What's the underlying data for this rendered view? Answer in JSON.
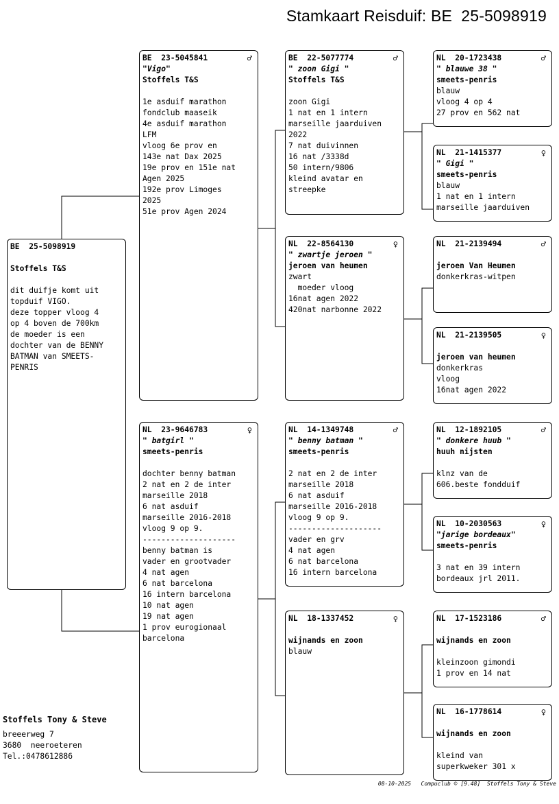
{
  "title": "Stamkaart Reisduif: BE  25-5098919",
  "cards": {
    "subject": {
      "ring": "BE  25-5098919",
      "sex": "",
      "name": "",
      "owner": "Stoffels T&S",
      "lines": [
        "",
        "dit duifje komt uit",
        "topduif VIGO.",
        "deze topper vloog 4",
        "op 4 boven de 700km",
        "de moeder is een",
        "dochter van de BENNY",
        "BATMAN van SMEETS-",
        "PENRIS"
      ]
    },
    "father": {
      "ring": "BE  23-5045841",
      "sex": "♂",
      "name": "\"Vigo\"",
      "owner": "Stoffels T&S",
      "lines": [
        "",
        "1e asduif marathon",
        "fondclub maaseik",
        "4e asduif marathon",
        "LFM",
        "vloog 6e prov en",
        "143e nat Dax 2025",
        "19e prov en 151e nat",
        "Agen 2025",
        "192e prov Limoges",
        "2025",
        "51e prov Agen 2024"
      ]
    },
    "mother": {
      "ring": "NL  23-9646783",
      "sex": "♀",
      "name": "\" batgirl \"",
      "owner": "smeets-penris",
      "lines": [
        "",
        "dochter benny batman",
        "2 nat en 2 de inter",
        "marseille 2018",
        "6 nat asduif",
        "marseille 2016-2018",
        "vloog 9 op 9.",
        "--------------------",
        "benny batman is",
        "vader en grootvader",
        "4 nat agen",
        "6 nat barcelona",
        "16 intern barcelona",
        "10 nat agen",
        "19 nat agen",
        "1 prov eurogionaal",
        "barcelona"
      ]
    },
    "ff": {
      "ring": "BE  22-5077774",
      "sex": "♂",
      "name": "\" zoon Gigi \"",
      "owner": "Stoffels T&S",
      "lines": [
        "",
        "zoon Gigi",
        "1 nat en 1 intern",
        "marseille jaarduiven",
        "2022",
        "7 nat duivinnen",
        "16 nat /3338d",
        "50 intern/9806",
        "kleind avatar en",
        "streepke"
      ]
    },
    "fm": {
      "ring": "NL  22-8564130",
      "sex": "♀",
      "name": "\" zwartje jeroen \"",
      "owner": "jeroen van heumen",
      "lines": [
        "zwart",
        "  moeder vloog",
        "16nat agen 2022",
        "420nat narbonne 2022"
      ]
    },
    "mf": {
      "ring": "NL  14-1349748",
      "sex": "♂",
      "name": "\" benny batman \"",
      "owner": "smeets-penris",
      "lines": [
        "",
        "2 nat en 2 de inter",
        "marseille 2018",
        "6 nat asduif",
        "marseille 2016-2018",
        "vloog 9 op 9.",
        "--------------------",
        "vader en grv",
        "4 nat agen",
        "6 nat barcelona",
        "16 intern barcelona"
      ]
    },
    "mm": {
      "ring": "NL  18-1337452",
      "sex": "♀",
      "name": "",
      "owner": "wijnands en zoon",
      "lines": [
        "blauw"
      ]
    },
    "fff": {
      "ring": "NL  20-1723438",
      "sex": "♂",
      "name": "\" blauwe 38 \"",
      "owner": "smeets-penris",
      "lines": [
        "blauw",
        "vloog 4 op 4",
        "27 prov en 562 nat"
      ]
    },
    "ffm": {
      "ring": "NL  21-1415377",
      "sex": "♀",
      "name": "\" Gigi \"",
      "owner": "smeets-penris",
      "lines": [
        "blauw",
        "1 nat en 1 intern",
        "marseille jaarduiven"
      ]
    },
    "fmf": {
      "ring": "NL  21-2139494",
      "sex": "♂",
      "name": "",
      "owner": "jeroen Van Heumen",
      "lines": [
        "donkerkras-witpen"
      ]
    },
    "fmm": {
      "ring": "NL  21-2139505",
      "sex": "♀",
      "name": "",
      "owner": "jeroen van heumen",
      "lines": [
        "donkerkras",
        "vloog",
        "16nat agen 2022"
      ]
    },
    "mff": {
      "ring": "NL  12-1892105",
      "sex": "♂",
      "name": "\" donkere huub \"",
      "owner": "huuh nijsten",
      "lines": [
        "",
        "klnz van de",
        "606.beste fondduif"
      ]
    },
    "mfm": {
      "ring": "NL  10-2030563",
      "sex": "♀",
      "name": "\"jarige bordeaux\"",
      "owner": "smeets-penris",
      "lines": [
        "",
        "3 nat en 39 intern",
        "bordeaux jrl 2011."
      ]
    },
    "mmf": {
      "ring": "NL  17-1523186",
      "sex": "♂",
      "name": "",
      "owner": "wijnands en zoon",
      "lines": [
        "",
        "kleinzoon gimondi",
        "1 prov en 14 nat"
      ]
    },
    "mmm": {
      "ring": "NL  16-1778614",
      "sex": "♀",
      "name": "",
      "owner": "wijnands en zoon",
      "lines": [
        "",
        "kleind van",
        "superkweker 301 x"
      ]
    }
  },
  "owner_block": {
    "name": "Stoffels Tony & Steve",
    "address": "breeerweg 7",
    "city": "3680  neeroeteren",
    "phone": "Tel.:0478612886"
  },
  "footer": "08-10-2025   Compuclub © [9.48]  Stoffels Tony & Steve"
}
